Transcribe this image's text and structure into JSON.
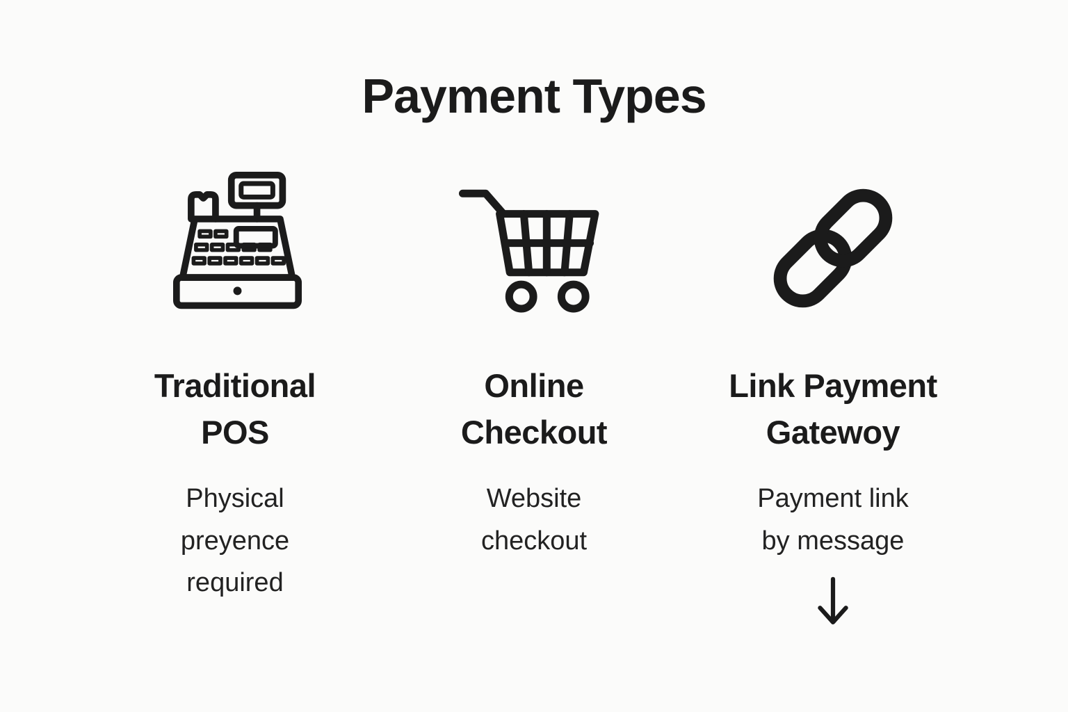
{
  "title": "Payment Types",
  "colors": {
    "text": "#1b1b1b",
    "background": "#fbfbfa"
  },
  "columns": [
    {
      "icon": "cash-register-icon",
      "heading": "Traditional\nPOS",
      "description": "Physical\npreyence\nrequired"
    },
    {
      "icon": "shopping-cart-icon",
      "heading": "Online\nCheckout",
      "description": "Website\ncheckout"
    },
    {
      "icon": "chain-link-icon",
      "heading": "Link Payment\nGatewoy",
      "description": "Payment link\nby message",
      "extra_icon": "down-arrow-icon"
    }
  ]
}
